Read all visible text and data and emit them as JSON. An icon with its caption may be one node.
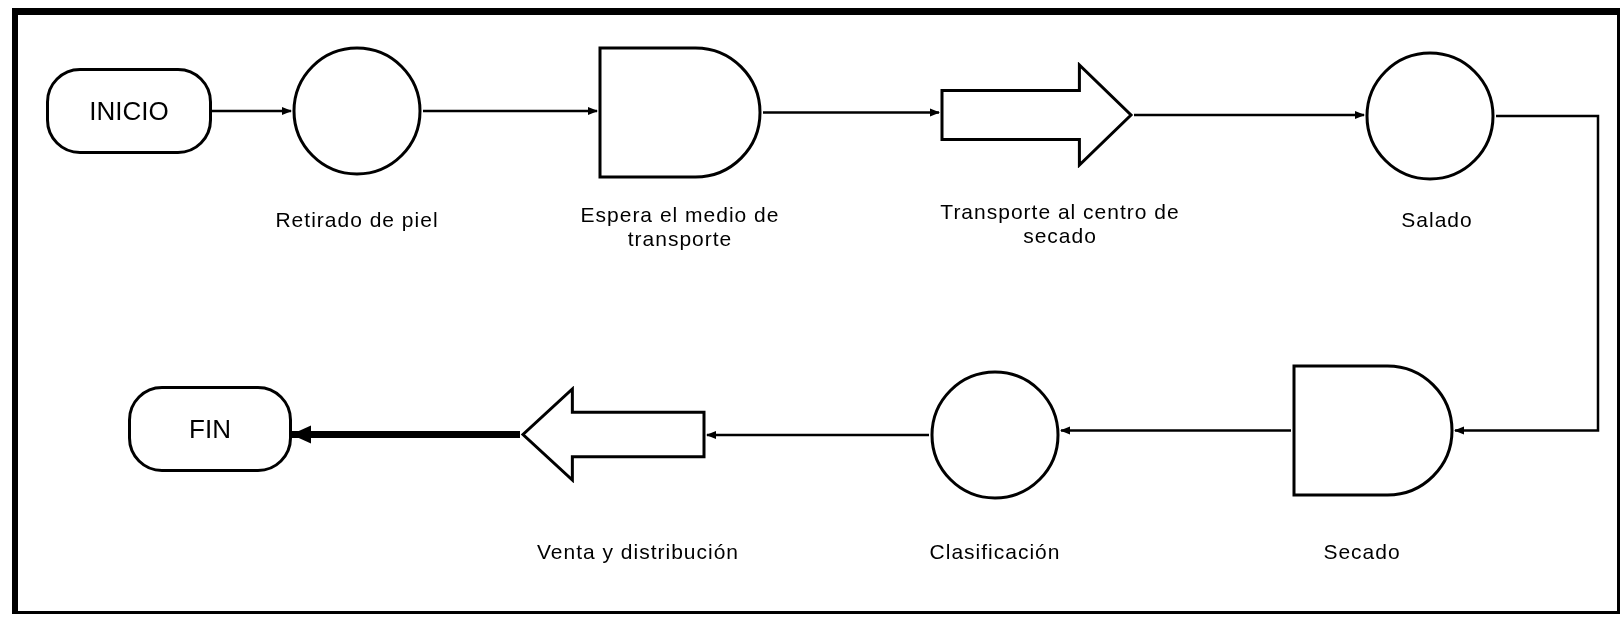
{
  "diagram": {
    "nodes": [
      {
        "text": [
          "INICIO"
        ]
      },
      {
        "text": [],
        "shape": "circle",
        "beside": [
          "Retirado de piel"
        ]
      },
      {
        "text": [],
        "shape": "delay",
        "beside": [
          "Espera el medio de transporte"
        ]
      },
      {
        "text": [],
        "shape": "arrow",
        "beside": [
          "Transporte al centro de secado"
        ]
      },
      {
        "text": [],
        "shape": "circle",
        "beside": [
          "Salado"
        ]
      },
      {
        "text": [],
        "shape": "delay",
        "beside": [
          "Secado"
        ]
      },
      {
        "text": [],
        "shape": "circle",
        "beside": [
          "Clasificación"
        ]
      },
      {
        "text": [],
        "shape": "arrow",
        "beside": [
          "Venta y distribución"
        ]
      },
      {
        "text": [
          "FIN"
        ]
      }
    ],
    "edges": [
      {
        "from": 0,
        "to": 1,
        "arrow": "to"
      },
      {
        "from": 1,
        "to": 2,
        "arrow": "to"
      },
      {
        "from": 2,
        "to": 3,
        "arrow": "to"
      },
      {
        "from": 3,
        "to": 4,
        "arrow": "to"
      },
      {
        "from": 4,
        "to": 5,
        "arrow": "to"
      },
      {
        "from": 5,
        "to": 6,
        "arrow": "to"
      },
      {
        "from": 6,
        "to": 7,
        "arrow": "to"
      },
      {
        "from": 7,
        "to": 8,
        "arrow": "to",
        "style": "thick"
      }
    ]
  }
}
